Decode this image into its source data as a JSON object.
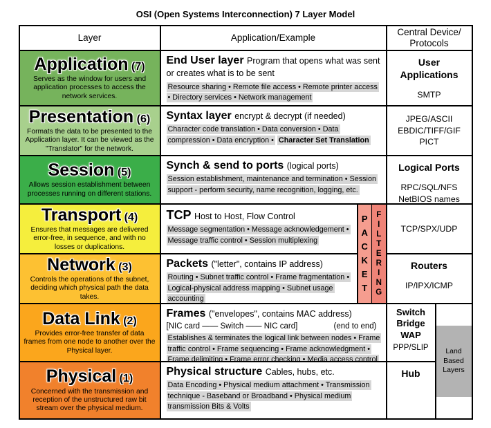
{
  "title": "OSI (Open Systems Interconnection) 7 Layer Model",
  "header": {
    "layer": "Layer",
    "example": "Application/Example",
    "device_line1": "Central Device/",
    "device_line2": "Protocols"
  },
  "colors": {
    "highlight": "#d6d6d6",
    "packet_bg": "#f59d8f",
    "filtering_bg": "#ef8377",
    "land_bg": "#b3b3b3"
  },
  "filter_column": {
    "packet": "PACKET",
    "filtering": "FILTERING"
  },
  "land_box": "Land\nBased\nLayers",
  "rows": [
    {
      "name": "Application",
      "number": "(7)",
      "color": "#76b35c",
      "description": "Serves as the window for users and application processes to access the network services.",
      "example": {
        "heading": "End User layer",
        "subheading": "Program that opens what was sent or creates what is to be sent",
        "details": "Resource sharing • Remote file access • Remote printer access • Directory services • Network management"
      },
      "device": {
        "title": "User\nApplications",
        "protocols": "SMTP"
      }
    },
    {
      "name": "Presentation",
      "number": "(6)",
      "color": "#a8d08d",
      "description": "Formats the data to be presented to the Application layer. It can be viewed as the \"Translator\" for the network.",
      "example": {
        "heading": "Syntax layer",
        "subheading": "encrypt & decrypt (if needed)",
        "details": "Character code translation • Data conversion • Data compression • Data encryption •",
        "details_bold": "Character Set Translation"
      },
      "device": {
        "protocols": "JPEG/ASCII\nEBDIC/TIFF/GIF\nPICT"
      }
    },
    {
      "name": "Session",
      "number": "(5)",
      "color": "#3bae49",
      "description": "Allows session establishment between processes running on different stations.",
      "example": {
        "heading": "Synch & send to ports",
        "subheading": "(logical ports)",
        "details": "Session establishment, maintenance and termination • Session support - perform security, name recognition, logging, etc."
      },
      "device": {
        "title": "Logical Ports",
        "protocols": "RPC/SQL/NFS\nNetBIOS names"
      }
    },
    {
      "name": "Transport",
      "number": "(4)",
      "color": "#f5ee3d",
      "description": "Ensures that messages are delivered error-free, in sequence, and with no losses or duplications.",
      "example": {
        "heading": "TCP",
        "subheading": "Host to Host, Flow Control",
        "details": "Message segmentation • Message acknowledgement • Message traffic control • Session multiplexing"
      },
      "device": {
        "protocols": "TCP/SPX/UDP"
      }
    },
    {
      "name": "Network",
      "number": "(3)",
      "color": "#fdc132",
      "description": "Controls the operations of the subnet, deciding which physical path the data takes.",
      "example": {
        "heading": "Packets",
        "subheading": "(\"letter\", contains IP address)",
        "details": "Routing • Subnet traffic control • Frame fragmentation • Logical-physical address mapping • Subnet usage accounting"
      },
      "device": {
        "title": "Routers",
        "protocols": "IP/IPX/ICMP"
      }
    },
    {
      "name": "Data Link",
      "number": "(2)",
      "color": "#fba61c",
      "description": "Provides error-free transfer of data frames from one node to another over the Physical layer.",
      "example": {
        "heading": "Frames",
        "subheading": "(\"envelopes\", contains MAC address)",
        "nic_line": "[NIC card —— Switch —— NIC card]",
        "end_to_end": "(end to end)",
        "details": "Establishes & terminates the logical link between nodes • Frame traffic control • Frame sequencing • Frame acknowledgment • Frame delimiting • Frame error checking • Media access control"
      },
      "device": {
        "title": "Switch\nBridge\nWAP",
        "protocols": "PPP/SLIP"
      }
    },
    {
      "name": "Physical",
      "number": "(1)",
      "color": "#f1812c",
      "description": "Concerned with the transmission and reception of the unstructured raw bit stream over the physical medium.",
      "example": {
        "heading": "Physical structure",
        "subheading": "Cables, hubs, etc.",
        "details": "Data Encoding • Physical medium attachment • Transmission technique - Baseband or Broadband • Physical medium transmission Bits & Volts"
      },
      "device": {
        "title": "Hub"
      }
    }
  ]
}
